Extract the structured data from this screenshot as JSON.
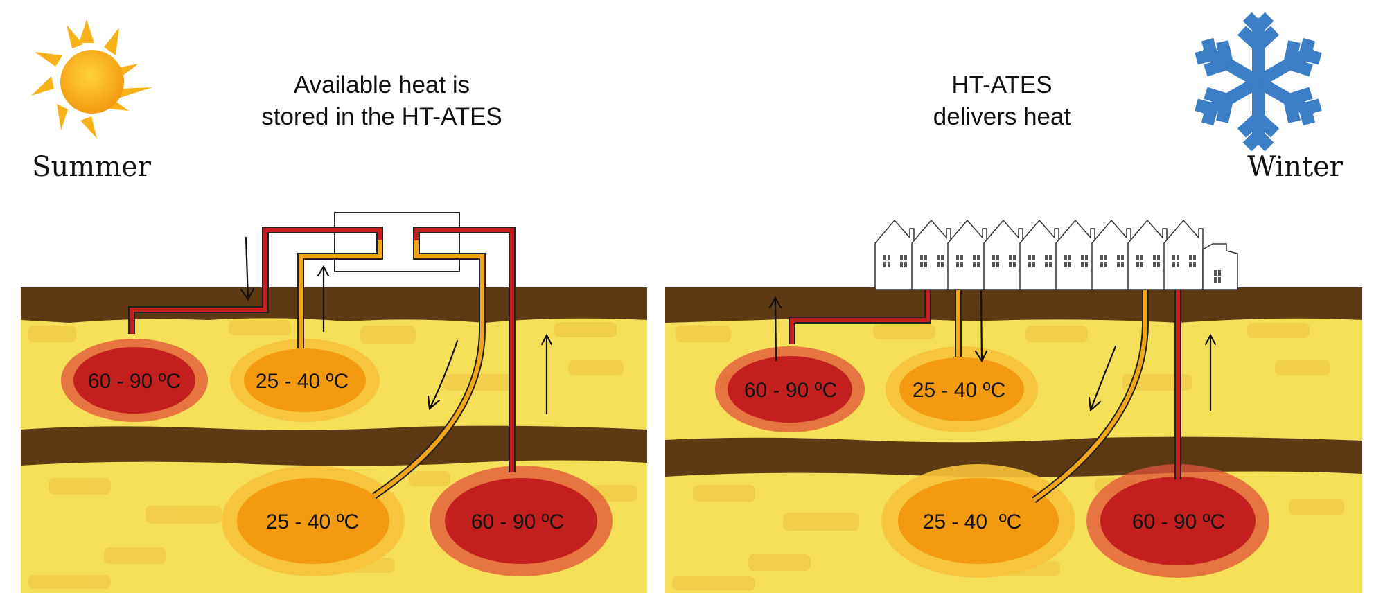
{
  "summer": {
    "label": "Summer",
    "caption_line1": "Available heat is",
    "caption_line2": "stored in the HT-ATES",
    "zones": [
      {
        "label": "60 - 90 ºC",
        "kind": "hot"
      },
      {
        "label": "25 - 40 ºC",
        "kind": "warm"
      },
      {
        "label": "25 - 40 ºC",
        "kind": "warm"
      },
      {
        "label": "60 - 90 ºC",
        "kind": "hot"
      }
    ]
  },
  "winter": {
    "label": "Winter",
    "caption_line1": "HT-ATES",
    "caption_line2": "delivers heat",
    "zones": [
      {
        "label": "60 - 90 ºC",
        "kind": "hot"
      },
      {
        "label": "25 - 40 ºC",
        "kind": "warm"
      },
      {
        "label": "25 - 40  ºC",
        "kind": "warm"
      },
      {
        "label": "60 - 90 ºC",
        "kind": "hot"
      }
    ]
  },
  "icons": {
    "summer": "sun-icon",
    "winter": "snowflake-icon",
    "buildings": "houses-icon"
  },
  "colors": {
    "soil": "#5e3a14",
    "aquifer": "#f6e05a",
    "aquifer_patch": "#f2cc48",
    "hot_core": "#c41f1f",
    "hot_halo": "#e0523a",
    "warm_core": "#f39a10",
    "warm_halo": "#f7c23a",
    "hot_pipe": "#c41f1f",
    "warm_pipe": "#f3a51a",
    "sun": "#f7b21a",
    "snow": "#3d7fc6"
  }
}
